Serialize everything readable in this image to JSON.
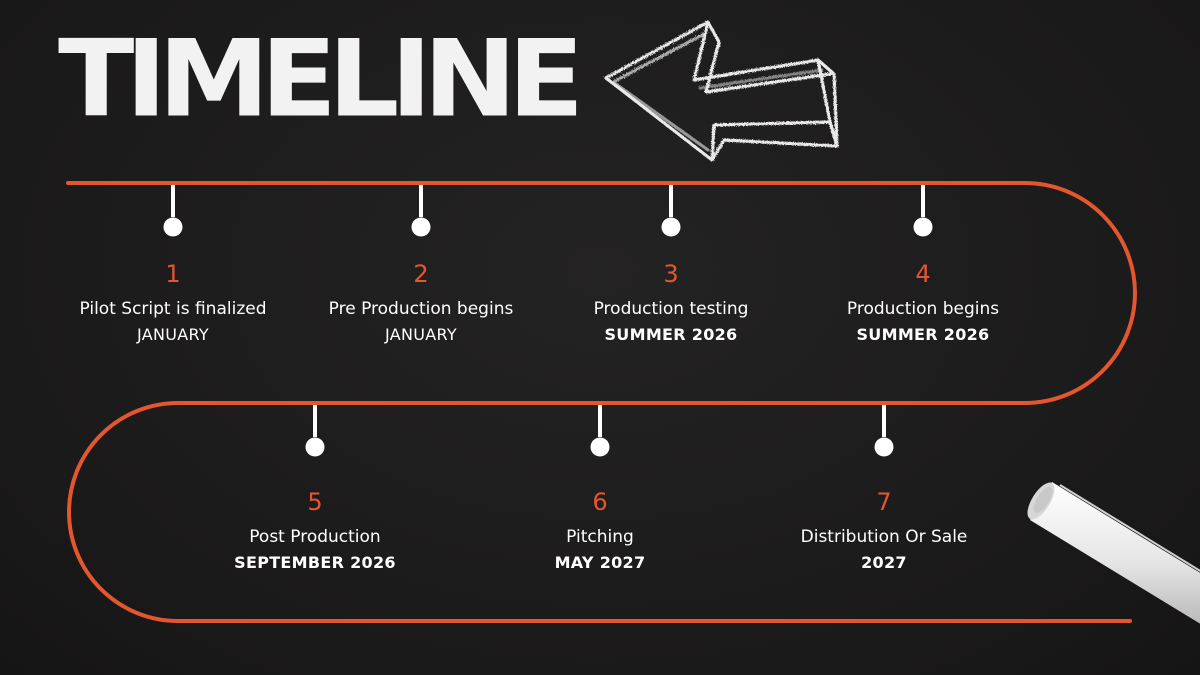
{
  "title": "TIMELINE",
  "colors": {
    "background": "#1c1b1b",
    "track": "#e4572e",
    "marker": "#ffffff",
    "text": "#ffffff",
    "number": "#e4572e"
  },
  "decorations": {
    "arrow": "chalk-arrow-left-icon",
    "chalk": "chalk-stick-icon"
  },
  "milestones": [
    {
      "number": "1",
      "label": "Pilot Script is finalized",
      "date": "JANUARY",
      "date_bold": false
    },
    {
      "number": "2",
      "label": "Pre Production begins",
      "date": "JANUARY",
      "date_bold": false
    },
    {
      "number": "3",
      "label": "Production testing",
      "date": "SUMMER 2026",
      "date_bold": true
    },
    {
      "number": "4",
      "label": "Production begins",
      "date": "SUMMER 2026",
      "date_bold": true
    },
    {
      "number": "5",
      "label": "Post Production",
      "date": "SEPTEMBER 2026",
      "date_bold": true
    },
    {
      "number": "6",
      "label": "Pitching",
      "date": "MAY 2027",
      "date_bold": true
    },
    {
      "number": "7",
      "label": "Distribution Or Sale",
      "date": "2027",
      "date_bold": true
    }
  ]
}
